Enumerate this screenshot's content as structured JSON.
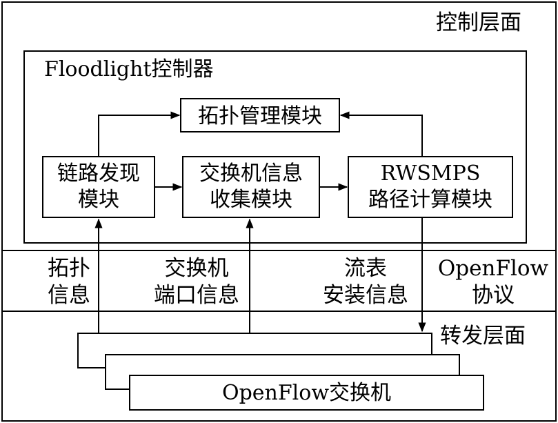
{
  "layers": {
    "control": "控制层面",
    "protocol": [
      "OpenFlow",
      "协议"
    ],
    "forwarding": "转发层面"
  },
  "controller": {
    "title": "Floodlight控制器"
  },
  "modules": {
    "topology": "拓扑管理模块",
    "link_discovery": [
      "链路发现",
      "模块"
    ],
    "switch_info": [
      "交换机信息",
      "收集模块"
    ],
    "rwsmps": [
      "RWSMPS",
      "路径计算模块"
    ]
  },
  "messages": {
    "topology_info": [
      "拓扑",
      "信息"
    ],
    "switch_port_info": [
      "交换机",
      "端口信息"
    ],
    "flow_install_info": [
      "流表",
      "安装信息"
    ]
  },
  "switch": {
    "label": "OpenFlow交换机"
  }
}
